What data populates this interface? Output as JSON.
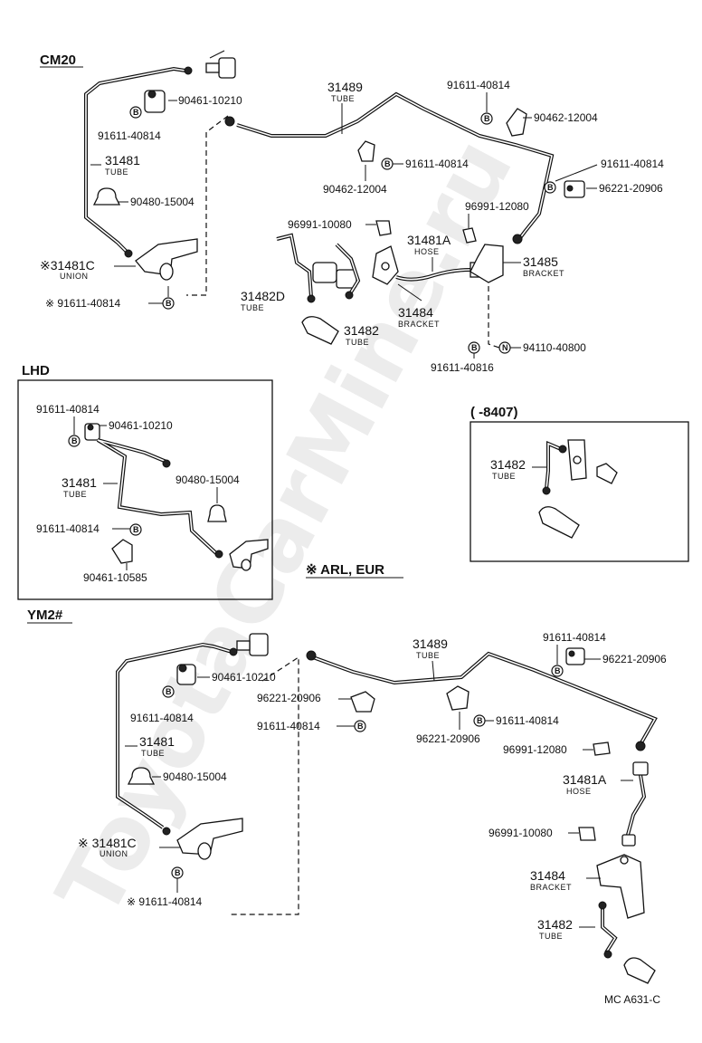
{
  "headers": {
    "cm20": "CM20",
    "lhd": "LHD",
    "ym2": "YM2#",
    "lhd_variant": "(       -8407)",
    "arl_eur": "※ ARL, EUR"
  },
  "watermark": "ToyotaCarMine.ru",
  "footer": {
    "code": "MC   A631-C"
  },
  "cm20": {
    "p31489": "31489",
    "p31489_sub": "TUBE",
    "p91611_top": "91611-40814",
    "p90461": "90461-10210",
    "p90462_right": "90462-12004",
    "p91611_left": "91611-40814",
    "p31481": "31481",
    "p31481_sub": "TUBE",
    "p91611_mid": "91611-40814",
    "p91611_right": "91611-40814",
    "p96221": "96221-20906",
    "p90462_mid": "90462-12004",
    "p90480": "90480-15004",
    "p96991_a": "96991-12080",
    "p96991_b": "96991-10080",
    "p31481a": "31481A",
    "p31481a_sub": "HOSE",
    "p31481c": "※31481C",
    "p31481c_sub": "UNION",
    "p31485": "31485",
    "p31485_sub": "BRACKET",
    "p91611_union": "※ 91611-40814",
    "p31482d": "31482D",
    "p31482d_sub": "TUBE",
    "p31484": "31484",
    "p31484_sub": "BRACKET",
    "p31482": "31482",
    "p31482_sub": "TUBE",
    "p94110": "94110-40800",
    "p91611_40816": "91611-40816"
  },
  "lhd": {
    "p91611_a": "91611-40814",
    "p90461": "90461-10210",
    "p31481": "31481",
    "p31481_sub": "TUBE",
    "p90480": "90480-15004",
    "p91611_b": "91611-40814",
    "p90461_b": "90461-10585"
  },
  "variant": {
    "p31482": "31482",
    "p31482_sub": "TUBE"
  },
  "ym2": {
    "p31489": "31489",
    "p31489_sub": "TUBE",
    "p91611_a": "91611-40814",
    "p96221_a": "96221-20906",
    "p90461": "90461-10210",
    "p96221_b": "96221-20906",
    "p91611_b": "91611-40814",
    "p91611_c": "91611-40814",
    "p91611_d": "91611-40814",
    "p96221_c": "96221-20906",
    "p96991_a": "96991-12080",
    "p31481": "31481",
    "p31481_sub": "TUBE",
    "p31481a": "31481A",
    "p31481a_sub": "HOSE",
    "p90480": "90480-15004",
    "p96991_b": "96991-10080",
    "p31481c": "※ 31481C",
    "p31481c_sub": "UNION",
    "p31484": "31484",
    "p31484_sub": "BRACKET",
    "p91611_union": "※ 91611-40814",
    "p31482": "31482",
    "p31482_sub": "TUBE"
  },
  "badges": {
    "b": "B",
    "n": "N"
  }
}
